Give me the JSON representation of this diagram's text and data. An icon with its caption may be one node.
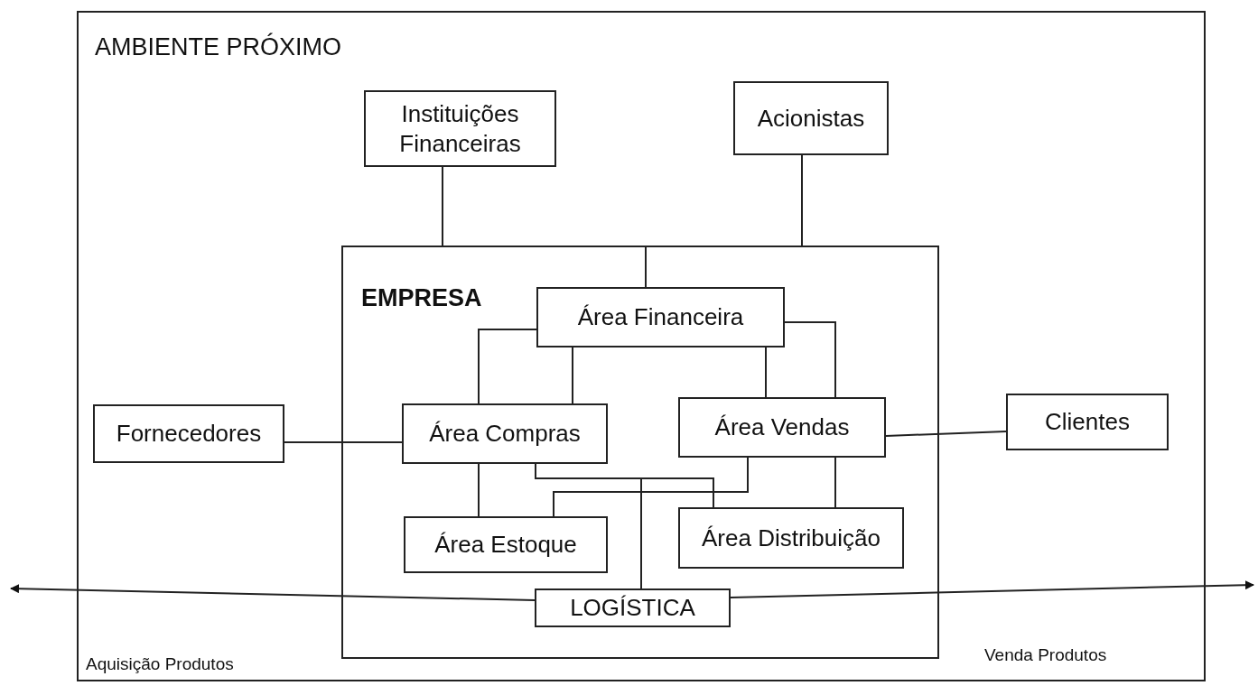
{
  "diagram": {
    "nodes": [
      {
        "text": [
          "AMBIENTE PRÓXIMO"
        ]
      },
      {
        "text": [
          "Instituições Financeiras"
        ],
        "in": 0
      },
      {
        "text": [
          "Acionistas"
        ],
        "in": 0
      },
      {
        "text": [
          "EMPRESA"
        ],
        "in": 0
      },
      {
        "text": [
          "Área Financeira"
        ],
        "in": 3
      },
      {
        "text": [
          "Fornecedores"
        ],
        "in": 0
      },
      {
        "text": [
          "Área Compras"
        ],
        "in": 3
      },
      {
        "text": [
          "Área Vendas"
        ],
        "in": 3
      },
      {
        "text": [
          "Clientes"
        ],
        "in": 0
      },
      {
        "text": [
          "Área Estoque"
        ],
        "in": 3
      },
      {
        "text": [
          "Área Distribuição"
        ],
        "in": 3
      },
      {
        "text": [
          "LOGÍSTICA"
        ],
        "in": 3
      }
    ],
    "edges": [
      {
        "from": 1,
        "to": 3,
        "arrow": "none"
      },
      {
        "from": 2,
        "to": 3,
        "arrow": "none"
      },
      {
        "from": 3,
        "to": 4,
        "arrow": "none"
      },
      {
        "from": 6,
        "to": 4,
        "arrow": "none"
      },
      {
        "from": 4,
        "to": 6,
        "arrow": "none"
      },
      {
        "from": 4,
        "to": 7,
        "arrow": "none"
      },
      {
        "from": 4,
        "to": 7,
        "arrow": "none"
      },
      {
        "from": 5,
        "to": 6,
        "arrow": "none"
      },
      {
        "from": 7,
        "to": 8,
        "arrow": "none"
      },
      {
        "from": 6,
        "to": 9,
        "arrow": "none"
      },
      {
        "from": 6,
        "to": 10,
        "arrow": "none"
      },
      {
        "from": 7,
        "to": 9,
        "arrow": "none"
      },
      {
        "from": 7,
        "to": 10,
        "arrow": "none"
      },
      {
        "from": 11,
        "to": 6,
        "arrow": "none"
      },
      {
        "from": 11,
        "to": null,
        "arrow": "to"
      },
      {
        "from": 11,
        "to": null,
        "arrow": "to"
      }
    ],
    "labels": [
      "Aquisição Produtos",
      "Venda Produtos"
    ]
  }
}
